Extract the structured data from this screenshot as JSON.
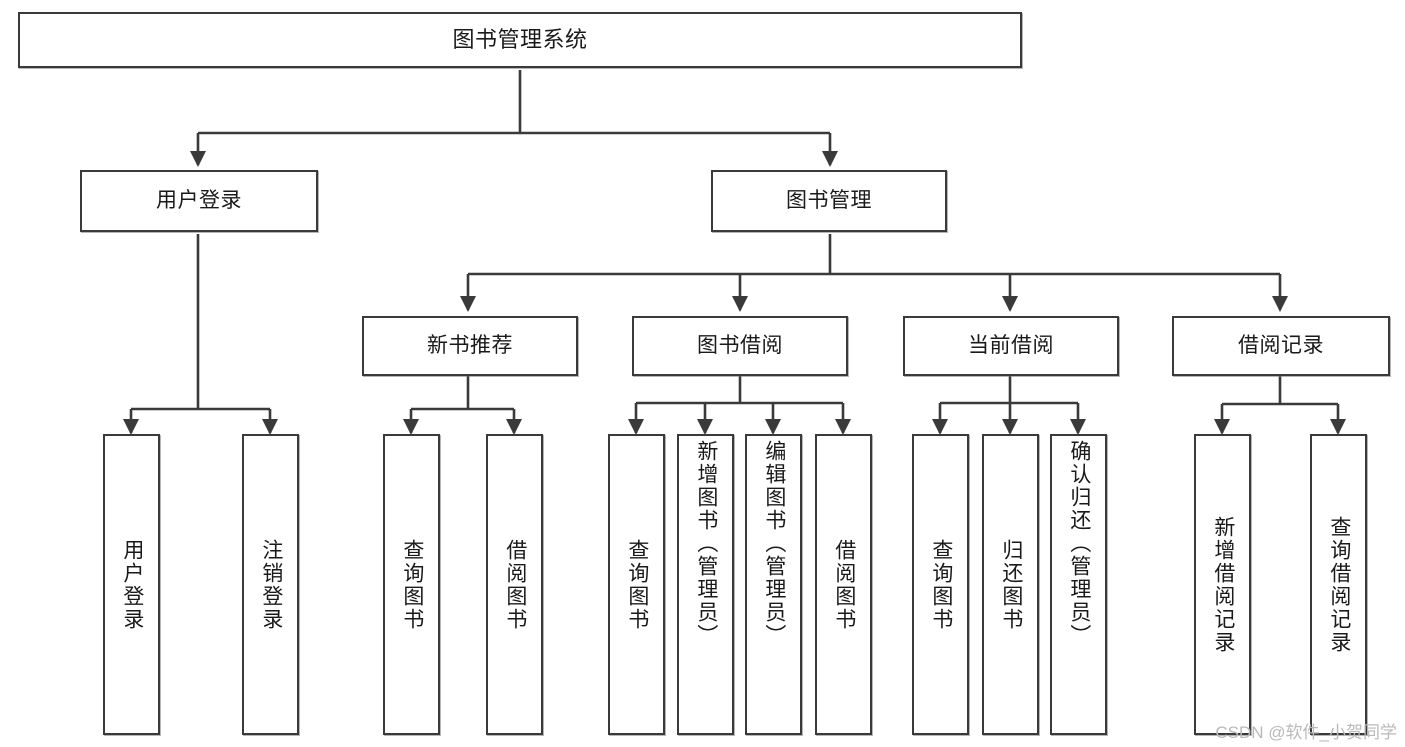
{
  "diagram": {
    "title": "图书管理系统",
    "type": "tree-hierarchy-chart",
    "line_color": "#3a3a3a",
    "box_border_color": "#3a3a3a",
    "box_fill_color": "#ffffff",
    "background_color": "#ffffff"
  },
  "nodes": {
    "root": {
      "label": "图书管理系统"
    },
    "level2": [
      {
        "label": "用户登录"
      },
      {
        "label": "图书管理"
      }
    ],
    "level3": [
      {
        "label": "新书推荐"
      },
      {
        "label": "图书借阅"
      },
      {
        "label": "当前借阅"
      },
      {
        "label": "借阅记录"
      }
    ],
    "leaves": {
      "user_login": [
        {
          "label": "用户登录"
        },
        {
          "label": "注销登录"
        }
      ],
      "new_book_recommend": [
        {
          "label": "查询图书"
        },
        {
          "label": "借阅图书"
        }
      ],
      "book_borrow": [
        {
          "label": "查询图书"
        },
        {
          "label": "新增图书（管理员）"
        },
        {
          "label": "编辑图书（管理员）"
        },
        {
          "label": "借阅图书"
        }
      ],
      "current_borrow": [
        {
          "label": "查询图书"
        },
        {
          "label": "归还图书"
        },
        {
          "label": "确认归还（管理员）"
        }
      ],
      "borrow_record": [
        {
          "label": "新增借阅记录"
        },
        {
          "label": "查询借阅记录"
        }
      ]
    }
  },
  "watermark": {
    "text": "CSDN @软件_小贺同学"
  }
}
